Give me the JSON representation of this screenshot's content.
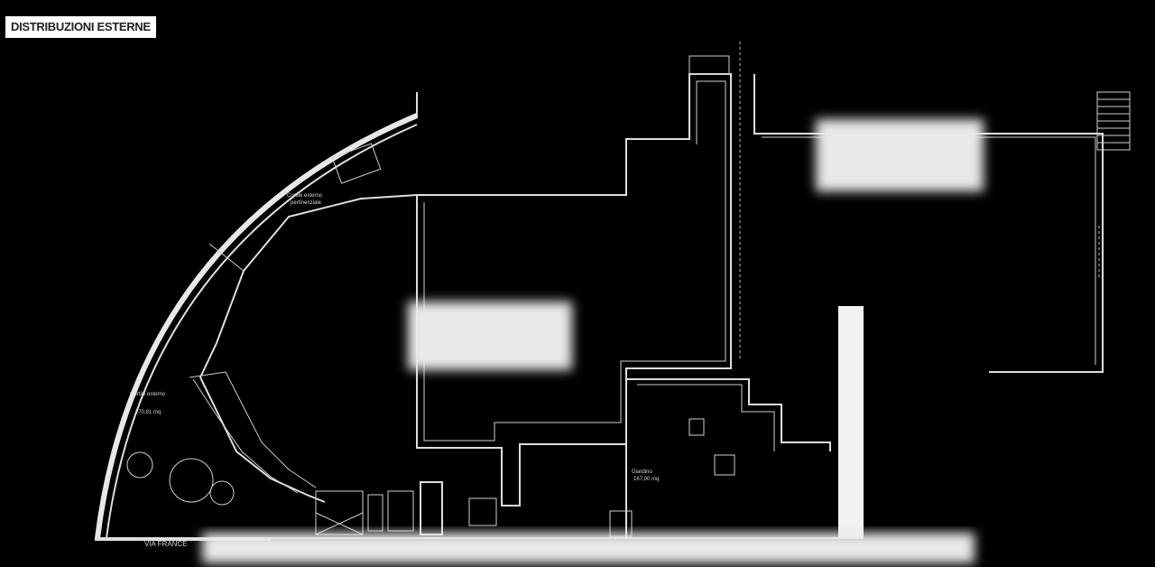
{
  "drawing": {
    "title": "DISTRIBUZIONI ESTERNE",
    "street_label": "VIA FRANCE",
    "area_left_label": "Cortile esterno",
    "area_left_value": "270,81 mq",
    "area_top_label": "Cortile esterno",
    "area_top_value": "pertinenziale",
    "garden_label": "Giardino",
    "garden_value": "167,00 mq"
  }
}
